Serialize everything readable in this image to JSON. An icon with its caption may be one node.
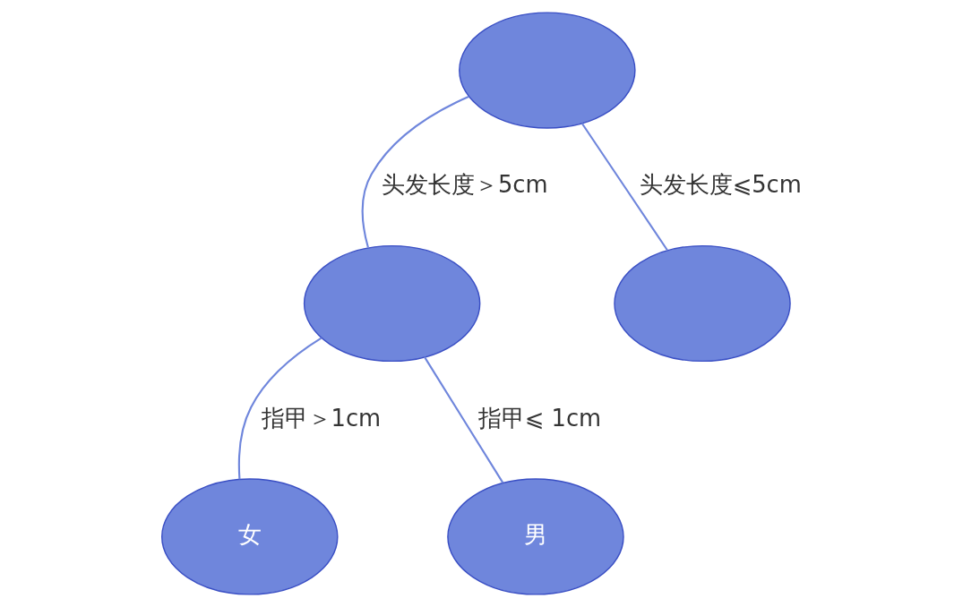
{
  "diagram": {
    "nodes": [
      {
        "text": [],
        "shape": "ellipse"
      },
      {
        "text": [],
        "shape": "ellipse"
      },
      {
        "text": [],
        "shape": "ellipse"
      },
      {
        "text": [
          "女"
        ]
      },
      {
        "text": [
          "男"
        ]
      }
    ],
    "edges": [
      {
        "from": 0,
        "to": 1,
        "arrow": "none",
        "label": "头发长度＞5cm"
      },
      {
        "from": 0,
        "to": 2,
        "arrow": "none",
        "label": "头发长度⩽5cm"
      },
      {
        "from": 1,
        "to": 3,
        "arrow": "none",
        "label": "指甲＞1cm"
      },
      {
        "from": 1,
        "to": 4,
        "arrow": "none",
        "label": "指甲⩽ 1cm"
      }
    ]
  }
}
